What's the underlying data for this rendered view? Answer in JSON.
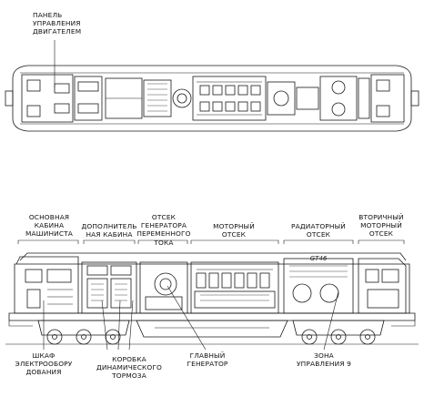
{
  "top_view": {
    "labels": {
      "engine_panel": "ПАНЕЛЬ\nУПРАВЛЕНИЯ\nДВИГАТЕЛЕМ"
    }
  },
  "side_view": {
    "section_labels": [
      {
        "id": "main-cab",
        "text": "ОСНОВНАЯ\nКАБИНА\nМАШИНИСТА"
      },
      {
        "id": "aux-cab",
        "text": "ДОПОЛНИТЕЛЬ\nНАЯ КАБИНА"
      },
      {
        "id": "alternator",
        "text": "ОТСЕК\nГЕНЕРАТОРА\nПЕРЕМЕННОГО ТОКА"
      },
      {
        "id": "engine",
        "text": "МОТОРНЫЙ\nОТСЕК"
      },
      {
        "id": "radiator",
        "text": "РАДИАТОРНЫЙ\nОТСЕК"
      },
      {
        "id": "secondary-engine",
        "text": "ВТОРИЧНЫЙ\nМОТОРНЫЙ\nОТСЕК"
      }
    ],
    "callouts": [
      {
        "id": "electrical-cabinet",
        "text": "ШКАФ\nЭЛЕКТРООБОРУ\nДОВАНИЯ"
      },
      {
        "id": "dynamic-brake",
        "text": "КОРОБКА ДИНАМИЧЕСКОГО\nТОРМОЗА"
      },
      {
        "id": "main-generator",
        "text": "ГЛАВНЫЙ\nГЕНЕРАТОР"
      },
      {
        "id": "control-zone",
        "text": "ЗОНА\nУПРАВЛЕНИЯ 9"
      }
    ],
    "logo_text": "GT46"
  },
  "colors": {
    "ink": "#1a1a1a",
    "panel": "#f2f2f2",
    "background": "#ffffff"
  }
}
